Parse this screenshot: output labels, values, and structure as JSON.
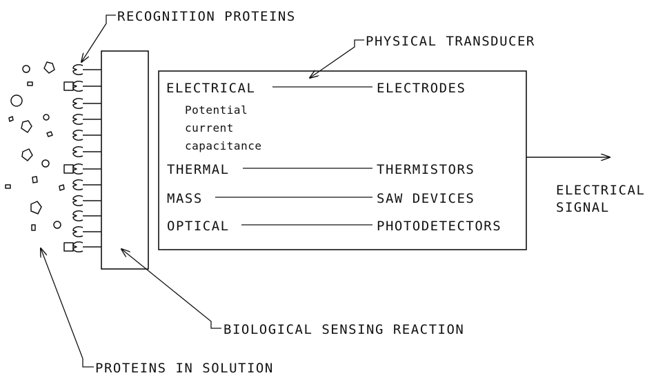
{
  "callouts": {
    "recognition": "RECOGNITION PROTEINS",
    "transducer": "PHYSICAL TRANSDUCER",
    "reaction": "BIOLOGICAL SENSING REACTION",
    "solution": "PROTEINS IN SOLUTION"
  },
  "transducer_rows": [
    {
      "type": "ELECTRICAL",
      "device": "ELECTRODES",
      "details": [
        "Potential",
        "current",
        "capacitance"
      ]
    },
    {
      "type": "THERMAL",
      "device": "THERMISTORS"
    },
    {
      "type": "MASS",
      "device": "SAW DEVICES"
    },
    {
      "type": "OPTICAL",
      "device": "PHOTODETECTORS"
    }
  ],
  "output": {
    "line1": "ELECTRICAL",
    "line2": "SIGNAL"
  }
}
